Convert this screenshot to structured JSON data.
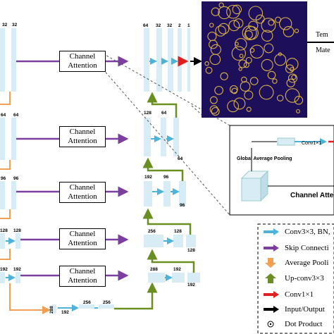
{
  "channel_attention_label_line1": "Channel",
  "channel_attention_label_line2": "Attention",
  "channel_attention_blocks": [
    {
      "row": 1
    },
    {
      "row": 2
    },
    {
      "row": 3
    },
    {
      "row": 4
    },
    {
      "row": 5
    }
  ],
  "encoder_channels": {
    "row1": [
      "32",
      "32"
    ],
    "row2": [
      "64",
      "64"
    ],
    "row3": [
      "96",
      "96"
    ],
    "row4": [
      "128",
      "128"
    ],
    "row5": [
      "192",
      "192"
    ]
  },
  "bottleneck_channels": [
    "192",
    "256",
    "256"
  ],
  "bottleneck_side_label": "288",
  "decoder_channels": {
    "row1": [
      "64",
      "32",
      "32",
      "2",
      "1"
    ],
    "row2": [
      "128",
      "64",
      "64"
    ],
    "row3": [
      "192",
      "96",
      "96"
    ],
    "row4": [
      "256",
      "128",
      "128"
    ],
    "row5": [
      "288",
      "192",
      "192"
    ]
  },
  "output_label_partial": [
    "Tem",
    "Mate"
  ],
  "detail_panel": {
    "conv_label": "Conv1×1",
    "gap_label": "Global Average Pooling",
    "title": "Channel Attent"
  },
  "legend": [
    {
      "label": "Conv3×3, BN,",
      "color": "#4fb3d9",
      "icon": "arrow-right"
    },
    {
      "label": "Skip Connecti",
      "color": "#7b3fa0",
      "icon": "arrow-right"
    },
    {
      "label": "Average Pooli",
      "color": "#f0a050",
      "icon": "arrow-down"
    },
    {
      "label": "Up-conv3×3",
      "color": "#6b8e23",
      "icon": "arrow-up"
    },
    {
      "label": "Conv1×1",
      "color": "#e02020",
      "icon": "arrow-right"
    },
    {
      "label": "Input/Output",
      "color": "#000000",
      "icon": "arrow-right"
    },
    {
      "label": "Dot Product",
      "color": "#000000",
      "icon": "circle-dot"
    }
  ],
  "colors": {
    "block_fill": "#d7ecf4",
    "conv_arrow": "#4fb3d9",
    "skip": "#7b3fa0",
    "pool": "#f0a050",
    "upconv": "#6b8e23",
    "conv1x1": "#e02020",
    "io": "#000000",
    "output_bg": "#1e0f5a",
    "output_ring": "#d8b048"
  }
}
